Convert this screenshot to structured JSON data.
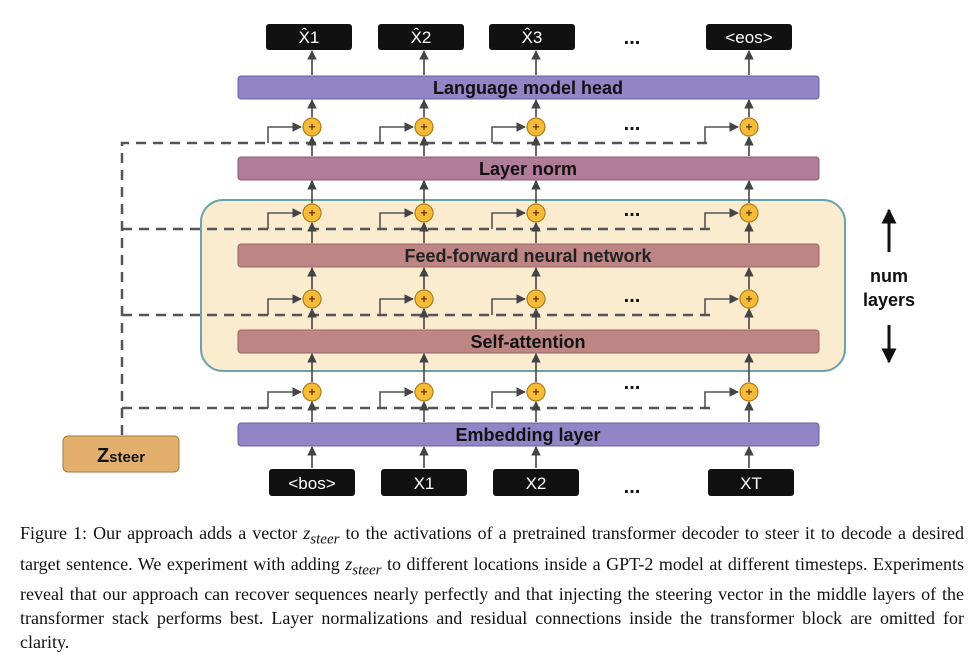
{
  "outputs": [
    "X̂1",
    "X̂2",
    "X̂3",
    "<eos>"
  ],
  "inputs": [
    "<bos>",
    "X1",
    "X2",
    "XT"
  ],
  "ellipsis": "...",
  "layers": {
    "lm_head": "Language model head",
    "layer_norm": "Layer norm",
    "ffn": "Feed-forward neural network",
    "self_attention": "Self-attention",
    "embedding": "Embedding layer"
  },
  "num_layers_label": [
    "num",
    "layers"
  ],
  "z_steer_label": {
    "main": "Z",
    "sub": "steer"
  },
  "plus_symbol": "+",
  "caption": {
    "part1": "Figure 1: Our approach adds a vector ",
    "zvar": "z",
    "zsub": "steer",
    "part2": " to the activations of a pretrained transformer decoder to steer it to decode a desired target sentence. We experiment with adding ",
    "part3": " to different locations inside a GPT-2 model at different timesteps. Experiments reveal that our approach can recover sequences nearly perfectly and that injecting the steering vector in the middle layers of the transformer stack performs best. Layer normalizations and residual connections inside the transformer block are omitted for clarity."
  },
  "colors": {
    "purple_bar": "#9185c6",
    "mauve_bar": "#b07c97",
    "rose_bar": "#be8585",
    "block_fill": "#fbecd0",
    "block_border": "#6aa3ad",
    "zsteer_fill": "#e2b06c",
    "plus_fill": "#f5bb3a",
    "token_fill": "#111111"
  }
}
